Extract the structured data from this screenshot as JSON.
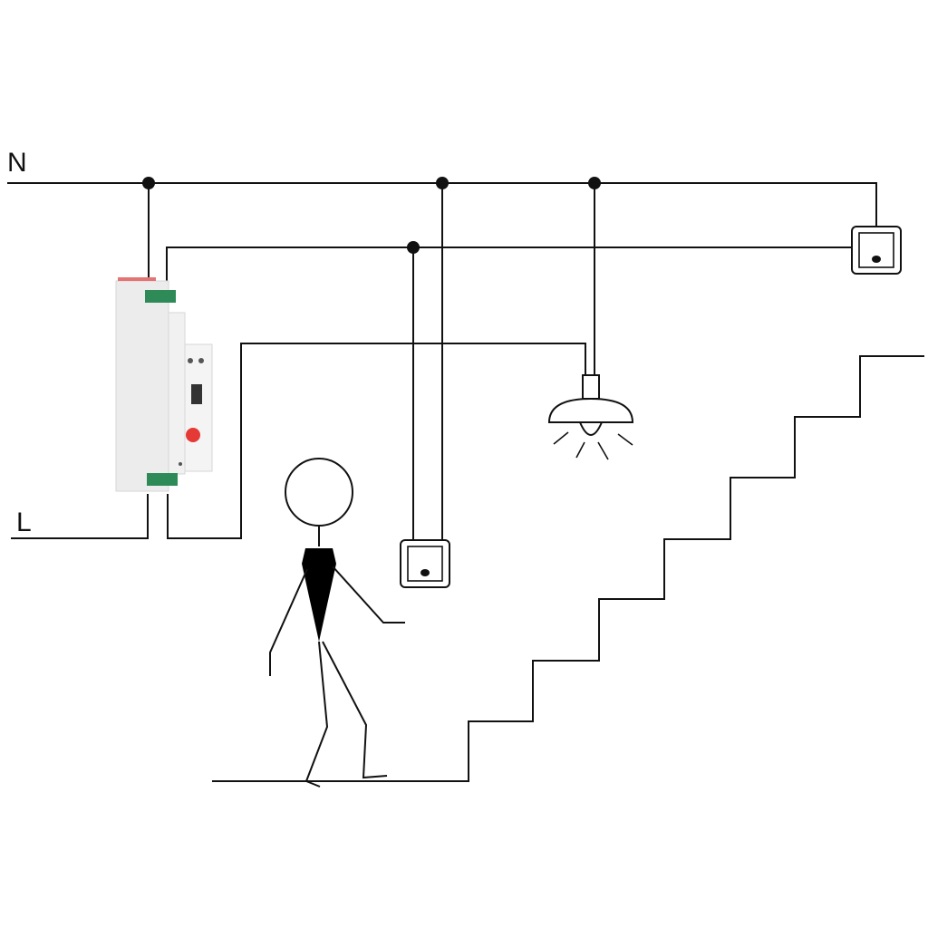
{
  "rails": {
    "neutral_label": "N",
    "live_label": "L"
  },
  "colors": {
    "wire": "#111111",
    "relay_body": "#ececec",
    "relay_terminal": "#2e8b57",
    "relay_led": "#e53935",
    "figure_torso": "#000000"
  },
  "components": [
    {
      "name": "staircase-relay",
      "icon": "din-rail-relay-icon"
    },
    {
      "name": "push-button-bottom",
      "icon": "push-button-icon"
    },
    {
      "name": "push-button-top",
      "icon": "push-button-icon"
    },
    {
      "name": "ceiling-lamp",
      "icon": "lamp-icon"
    },
    {
      "name": "person",
      "icon": "walking-person-icon"
    },
    {
      "name": "staircase",
      "icon": "stairs-icon"
    }
  ]
}
